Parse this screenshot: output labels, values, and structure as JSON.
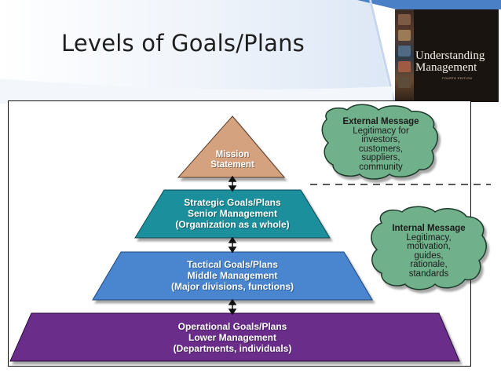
{
  "slide": {
    "title": "Levels of Goals/Plans",
    "book": {
      "title_line1": "Understanding",
      "title_line2": "Management",
      "edition": "FOURTH EDITION"
    }
  },
  "diagram": {
    "levels": [
      {
        "line1": "Mission",
        "line2": "Statement",
        "line3": "",
        "color": "#d4a27f"
      },
      {
        "line1": "Strategic Goals/Plans",
        "line2": "Senior Management",
        "line3": "(Organization as a whole)",
        "color": "#1f8f9c"
      },
      {
        "line1": "Tactical Goals/Plans",
        "line2": "Middle Management",
        "line3": "(Major divisions, functions)",
        "color": "#4a86cf"
      },
      {
        "line1": "Operational Goals/Plans",
        "line2": "Lower Management",
        "line3": "(Departments, individuals)",
        "color": "#6a2f8a"
      }
    ],
    "external_message": {
      "heading": "External Message",
      "lines": [
        "Legitimacy for",
        "investors,",
        "customers,",
        "suppliers,",
        "community"
      ]
    },
    "internal_message": {
      "heading": "Internal Message",
      "lines": [
        "Legitimacy,",
        "motivation,",
        "guides,",
        "rationale,",
        "standards"
      ]
    },
    "cloud_color": "#6fb08a"
  }
}
